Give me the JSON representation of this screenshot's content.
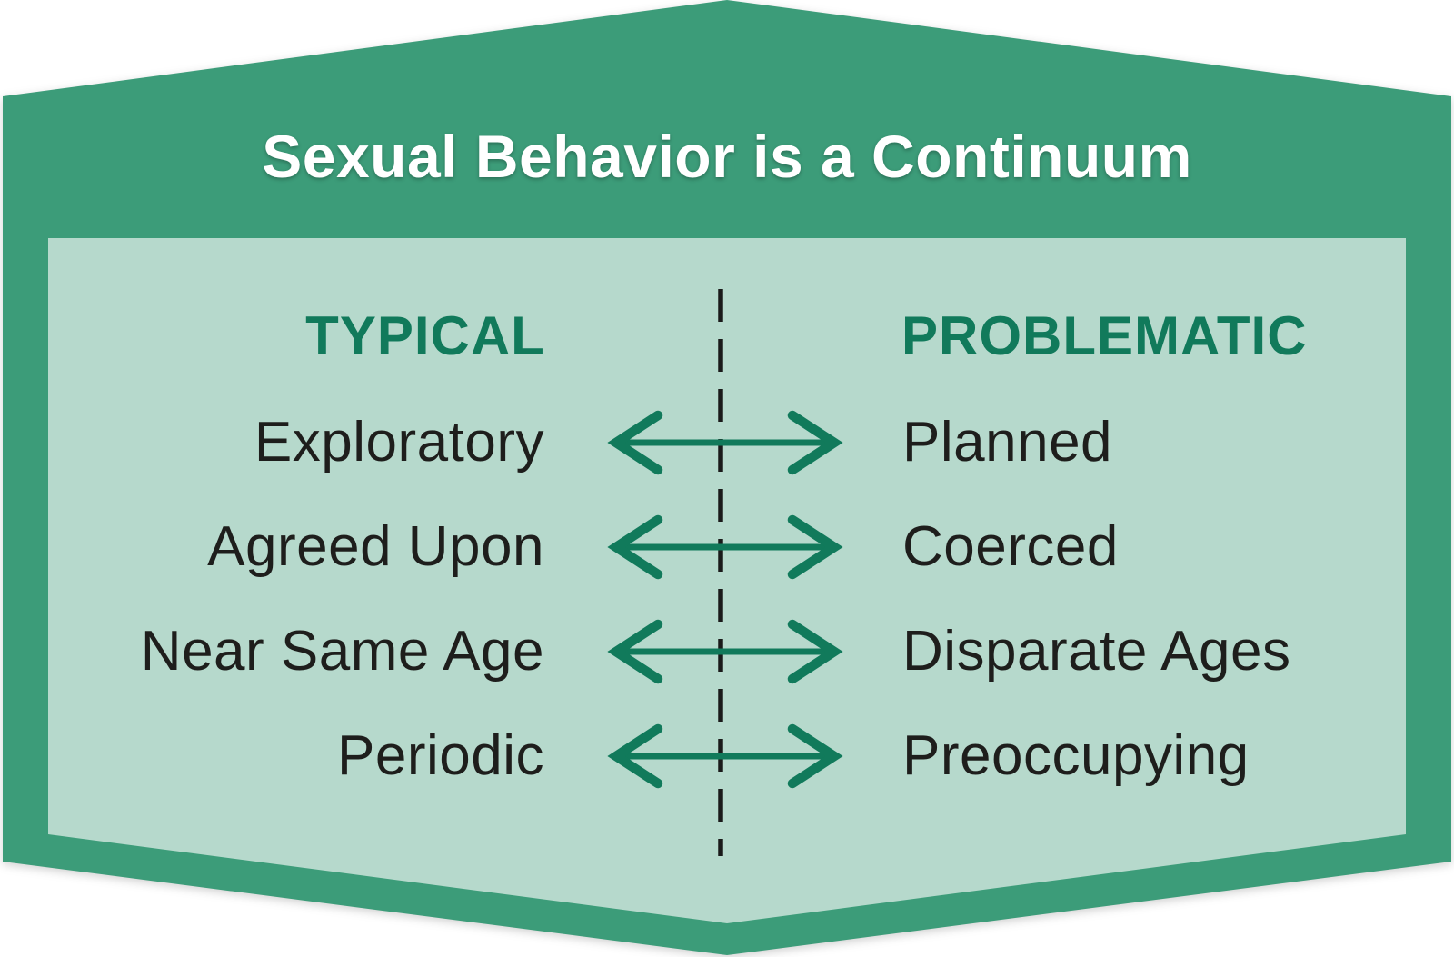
{
  "title": "Sexual Behavior is a Continuum",
  "columns": {
    "left": "TYPICAL",
    "right": "PROBLEMATIC"
  },
  "rows": [
    {
      "left": "Exploratory",
      "right": "Planned"
    },
    {
      "left": "Agreed Upon",
      "right": "Coerced"
    },
    {
      "left": "Near Same Age",
      "right": "Disparate Ages"
    },
    {
      "left": "Periodic",
      "right": "Preoccupying"
    }
  ],
  "icons": {
    "row_arrow": "double-headed-arrow-icon",
    "divider": "dashed-vertical-divider"
  },
  "colors": {
    "outer_green": "#3C9C79",
    "panel_green": "#B6D9CC",
    "accent_green": "#117A5B",
    "divider_black": "#1A1A1A",
    "label_black": "#1E1E1C",
    "title_white": "#FFFFFF"
  }
}
